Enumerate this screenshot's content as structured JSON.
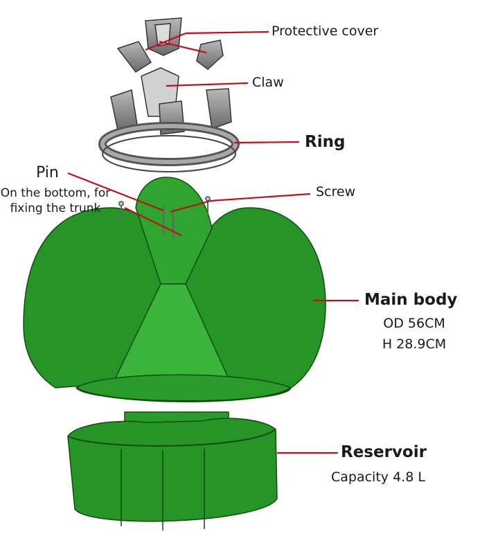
{
  "callouts": {
    "protective_cover": "Protective cover",
    "claw": "Claw",
    "ring": "Ring",
    "pin": "Pin",
    "pin_note": "On the bottom, for fixing the trunk",
    "screw": "Screw",
    "main_body": "Main body",
    "main_body_od": "OD 56CM",
    "main_body_h": "H 28.9CM",
    "reservoir": "Reservoir",
    "reservoir_capacity": "Capacity 4.8 L"
  },
  "colors": {
    "leader_line": "#c0101a",
    "body_green": "#2f9e2f",
    "body_green_dark": "#1f7a1f",
    "body_green_light": "#47b847",
    "part_grey": "#8e8e8e",
    "part_grey_dark": "#5c5c5c",
    "text": "#1a1a1a"
  }
}
